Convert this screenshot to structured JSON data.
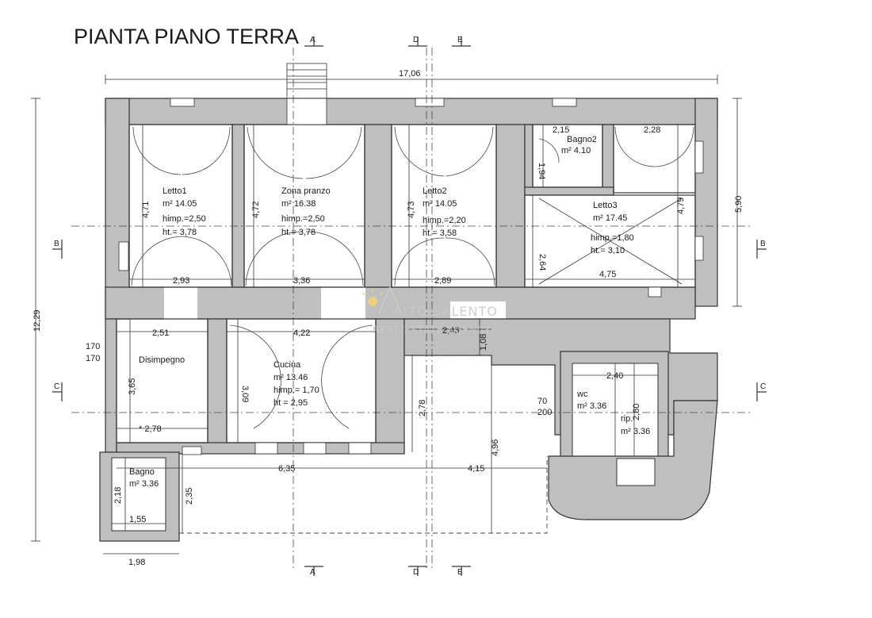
{
  "title": "PIANTA PIANO TERRA",
  "watermark": {
    "line1": "ALTO SALENTO",
    "line2": "REAL ESTATE AGENCY"
  },
  "rooms": [
    {
      "name": "Letto1",
      "area": "m² 14.05",
      "himp": "himp.=2,50",
      "ht": "ht.= 3,78"
    },
    {
      "name": "Zona pranzo",
      "area": "m² 16.38",
      "himp": "himp.=2,50",
      "ht": "ht.= 3,78"
    },
    {
      "name": "Letto2",
      "area": "m² 14.05",
      "himp": "himp.=2,20",
      "ht": "ht.= 3,58"
    },
    {
      "name": "Bagno2",
      "area": "m² 4.10"
    },
    {
      "name": "Letto3",
      "area": "m² 17.45",
      "himp": "himp.=1,80",
      "ht": "ht.= 3,10"
    },
    {
      "name": "Disimpegno"
    },
    {
      "name": "Cucina",
      "area": "m² 13.46",
      "himp": "himp.= 1,70",
      "ht": "ht = 2,95"
    },
    {
      "name": "wc",
      "area": "m² 3.36"
    },
    {
      "name": "rip.",
      "area": "m² 3.36"
    },
    {
      "name": "Bagno",
      "area": "m² 3.36"
    }
  ],
  "dimensions": {
    "total_width": "17,06",
    "total_depth": "12,29",
    "right_depth": "5,90",
    "letto1_w": "2,93",
    "letto1_h": "4,71",
    "pranzo_w": "3,36",
    "pranzo_h": "4,72",
    "letto2_w": "2,89",
    "letto2_h": "4,73",
    "bagno2_w": "2,15",
    "bagno2_h": "1,94",
    "closet_w": "2,28",
    "letto3_w": "4,75",
    "letto3_h": "4,79",
    "corr_h": "2,64",
    "disimp_w": "2,51",
    "disimp_h": "3,65",
    "disimp_w2": "* 2,78",
    "cucina_w": "4,22",
    "cucina_h": "3,09",
    "yard_w": "2,45",
    "yard_h": "1,08",
    "yard_h2": "2,78",
    "wc_w": "2,40",
    "wc_h": "2,60",
    "lower_w": "6,35",
    "lower_w2": "4,15",
    "lower_h": "4,96",
    "bagno_w": "1,55",
    "bagno_h": "2,18",
    "bagno_ext_h": "2,35",
    "bagno_ext_w": "1,98",
    "door_170a": "170",
    "door_170b": "170",
    "door_70": "70",
    "door_200": "200"
  },
  "sections": {
    "a": "A",
    "b": "B",
    "c": "C",
    "d": "D",
    "e": "E"
  }
}
